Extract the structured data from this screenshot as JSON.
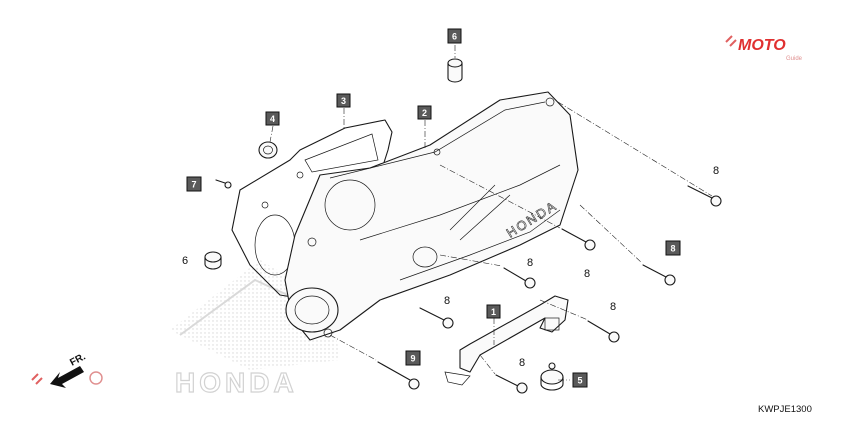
{
  "diagram": {
    "code": "KWPJE1300",
    "watermark": {
      "brand": "MOTO",
      "subtext": "Guide",
      "emblem": "HONDA"
    },
    "cover_brand": "HONDA",
    "direction_label": "FR.",
    "callouts": [
      {
        "id": "c1",
        "label": "1",
        "boxed": true
      },
      {
        "id": "c2",
        "label": "2",
        "boxed": true
      },
      {
        "id": "c3",
        "label": "3",
        "boxed": true
      },
      {
        "id": "c4",
        "label": "4",
        "boxed": true
      },
      {
        "id": "c5",
        "label": "5",
        "boxed": true
      },
      {
        "id": "c6a",
        "label": "6",
        "boxed": true
      },
      {
        "id": "c6b",
        "label": "6",
        "boxed": false
      },
      {
        "id": "c7",
        "label": "7",
        "boxed": true
      },
      {
        "id": "c8a",
        "label": "8",
        "boxed": false
      },
      {
        "id": "c8b",
        "label": "8",
        "boxed": false
      },
      {
        "id": "c8c",
        "label": "8",
        "boxed": true
      },
      {
        "id": "c8d",
        "label": "8",
        "boxed": false
      },
      {
        "id": "c8e",
        "label": "8",
        "boxed": false
      },
      {
        "id": "c8f",
        "label": "8",
        "boxed": false
      },
      {
        "id": "c8g",
        "label": "8",
        "boxed": false
      },
      {
        "id": "c9",
        "label": "9",
        "boxed": true
      }
    ]
  }
}
